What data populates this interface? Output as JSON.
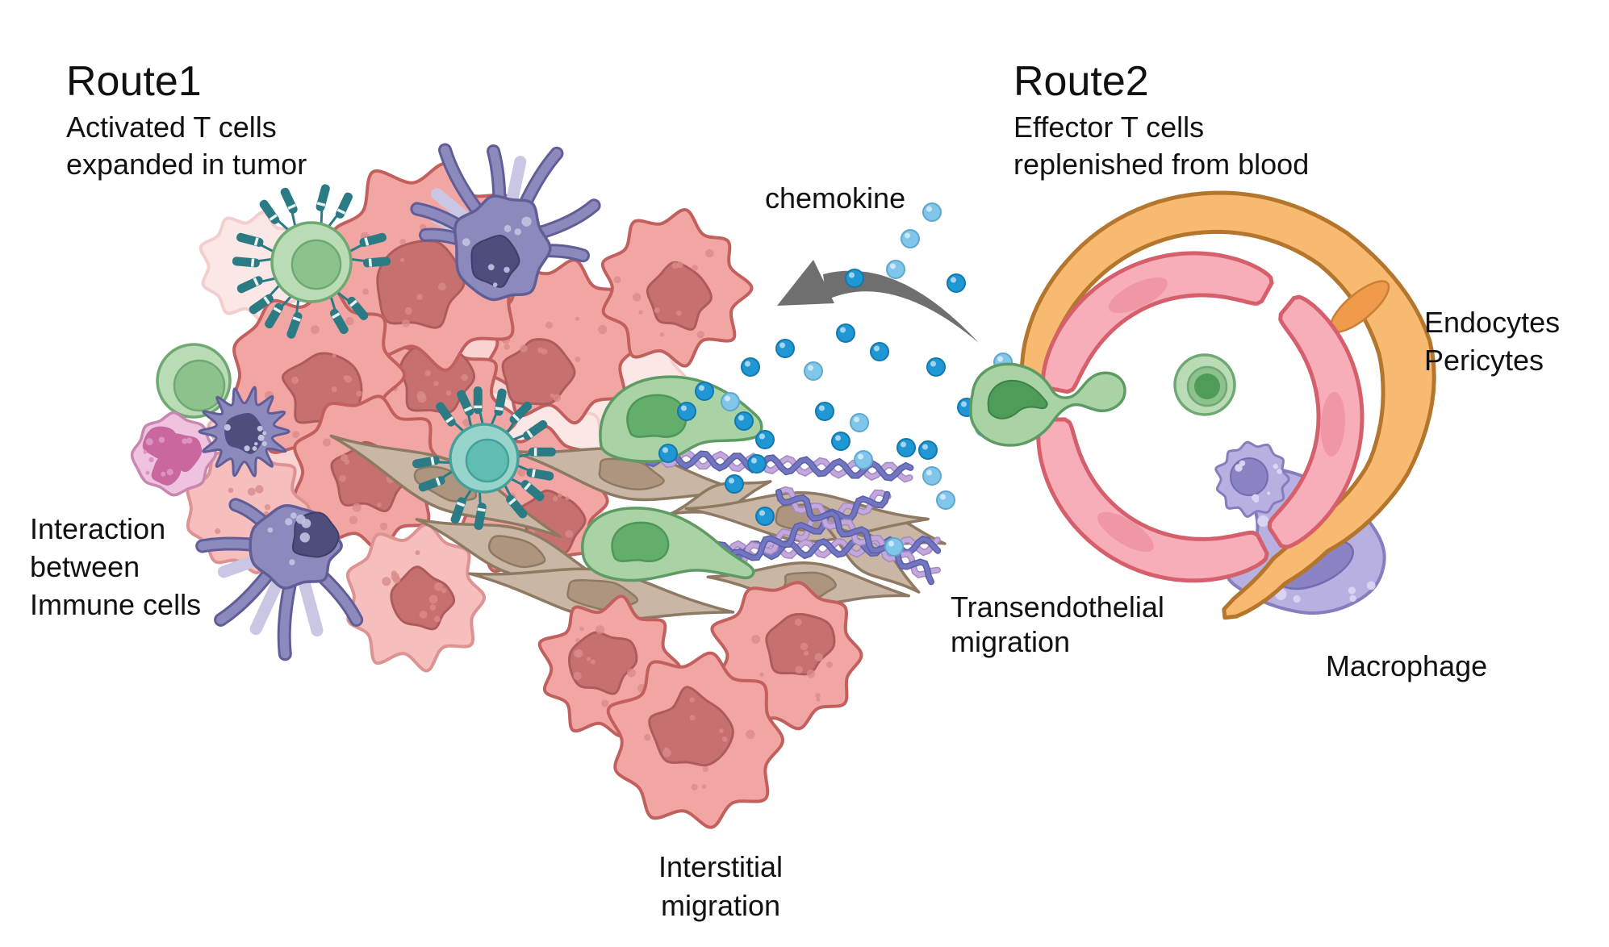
{
  "labels": {
    "route1": {
      "title": "Route1",
      "subtitle_line1": "Activated T cells",
      "subtitle_line2": "expanded in tumor"
    },
    "route2": {
      "title": "Route2",
      "subtitle_line1": "Effector T cells",
      "subtitle_line2": "replenished from blood"
    },
    "chemokine": "chemokine",
    "interaction": {
      "line1": "Interaction",
      "line2": "between",
      "line3": "Immune cells"
    },
    "transendothelial": {
      "line1": "Transendothelial",
      "line2": "migration"
    },
    "vessel_wall": {
      "line1": "Endocytes",
      "line2": "Pericytes"
    },
    "macrophage": "Macrophage",
    "interstitial": {
      "line1": "Interstitial",
      "line2": "migration"
    }
  },
  "colors": {
    "background": "#FFFFFF",
    "text": "#111111",
    "tumor_body": "#F2A6A4",
    "tumor_outline": "#C2605E",
    "tumor_nucleus": "#C77070",
    "tumor_nucleus_outline": "#B05B5B",
    "tumor_speckle": "#D98B89",
    "tumor_light_body": "#F6BFBD",
    "tumor_light_outline": "#DD9391",
    "tumor_pale_body": "#F8D3D1",
    "tumor_pale_outline": "#EAB1AF",
    "tumor_ghost_body": "#FBE7E6",
    "tumor_ghost_outline": "#F2CFCD",
    "tcell_body": "#B9DBB5",
    "tcell_outline": "#6FA873",
    "tcell_nucleus": "#8CC28B",
    "tcell_dark_nucleus": "#4F9C59",
    "amoeboid_body": "#A9D3A5",
    "amoeboid_outline": "#5E9B63",
    "amoeboid_nucleus": "#62AE6A",
    "amoeboid_nucleus_outline": "#4E9758",
    "teal_body": "#97D4CC",
    "teal_outline": "#46A09A",
    "teal_nucleus": "#5FBDB2",
    "receptor": "#2A7B84",
    "dendritic_body": "#8C8ABD",
    "dendritic_outline": "#615E97",
    "dendritic_nucleus": "#4E4D7D",
    "dendritic_spot": "#C4C2E1",
    "dendritic_ghost": "#C9C7E4",
    "neutrophil_body": "#EFC3E0",
    "neutrophil_outline": "#C886B1",
    "neutrophil_nucleus": "#C9679E",
    "neutrophil_speckle": "#DA93C3",
    "fibroblast_body": "#C9B6A4",
    "fibroblast_outline": "#8E7A63",
    "fibroblast_nucleus": "#AE9580",
    "collagen_strand_a": "#7276C0",
    "collagen_strand_a_edge": "#5A5EA8",
    "collagen_strand_b": "#C2A8DB",
    "collagen_strand_b_edge": "#A489C4",
    "chemokine_dark": "#1F97D4",
    "chemokine_dark_edge": "#1378AC",
    "chemokine_light": "#7FC6EA",
    "chemokine_light_edge": "#5FA8CC",
    "arrow": "#6F6F6F",
    "pericyte_body": "#F7BA70",
    "pericyte_outline": "#B4762C",
    "pericyte_nucleus": "#F09B4C",
    "pericyte_nucleus_outline": "#C97F35",
    "endothelial_body": "#F7AEB9",
    "endothelial_outline": "#D5606C",
    "endothelial_nucleus": "#EF97A5",
    "macrophage_body": "#B7B0E0",
    "macrophage_outline": "#857DBE",
    "macrophage_nucleus": "#8A83C4",
    "macrophage_nucleus_outline": "#746CB0",
    "macrophage_spot": "#DAD5F2"
  }
}
